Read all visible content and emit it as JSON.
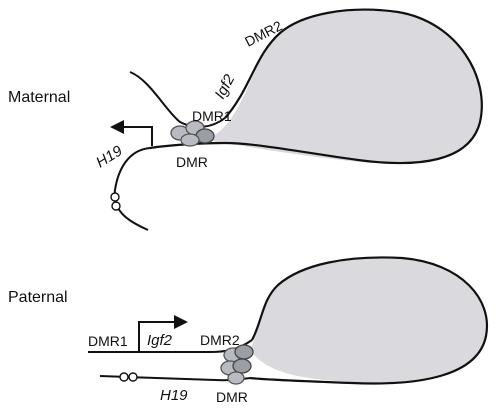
{
  "colors": {
    "chromatin_line": "#111111",
    "loop_fill": "#d9d9de",
    "complex_fill": "#b8bcc2",
    "complex_fill_dark": "#9a9ea5",
    "beads_fill": "#ffffff"
  },
  "maternal": {
    "label": "Maternal",
    "dmr2": "DMR2",
    "igf2": "Igf2",
    "dmr1": "DMR1",
    "h19": "H19",
    "dmr": "DMR"
  },
  "paternal": {
    "label": "Paternal",
    "dmr1": "DMR1",
    "igf2": "Igf2",
    "dmr2": "DMR2",
    "h19": "H19",
    "dmr": "DMR"
  }
}
